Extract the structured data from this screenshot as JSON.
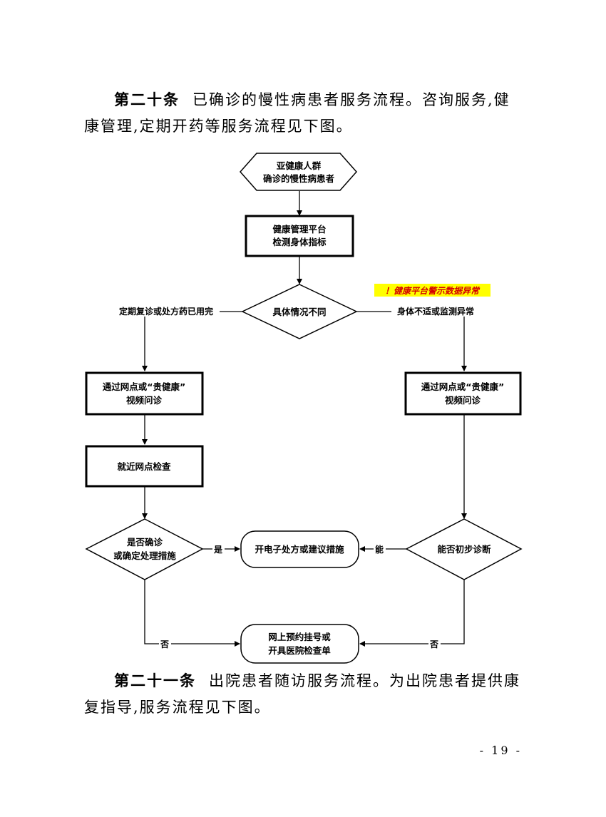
{
  "paragraphs": [
    {
      "heading": "第二十条",
      "text": "已确诊的慢性病患者服务流程。咨询服务,健康管理,定期开药等服务流程见下图。"
    },
    {
      "heading": "第二十一条",
      "text": "出院患者随访服务流程。为出院患者提供康复指导,服务流程见下图。"
    }
  ],
  "page_number": "- 19 -",
  "flowchart": {
    "start": {
      "line1": "亚健康人群",
      "line2": "确诊的慢性病患者"
    },
    "platform": {
      "line1": "健康管理平台",
      "line2": "检测身体指标"
    },
    "decision_main": "具体情况不同",
    "warning": "！健康平台警示数据异常",
    "edge_left": "定期复诊或处方药已用完",
    "edge_right": "身体不适或监测异常",
    "left_video": {
      "line1": "通过网点或“贵健康”",
      "line2": "视频问诊"
    },
    "right_video": {
      "line1": "通过网点或“贵健康”",
      "line2": "视频问诊"
    },
    "nearby_check": "就近网点检查",
    "decision_left": {
      "line1": "是否确诊",
      "line2": "或确定处理措施"
    },
    "decision_right": "能否初步诊断",
    "prescription": "开电子处方或建议措施",
    "appointment": {
      "line1": "网上预约挂号或",
      "line2": "开具医院检查单"
    },
    "yes_label": "是",
    "can_label": "能",
    "no_left": "否",
    "no_right": "否"
  },
  "colors": {
    "warning_bg": "#ffff00",
    "warning_text": "#d40000"
  }
}
